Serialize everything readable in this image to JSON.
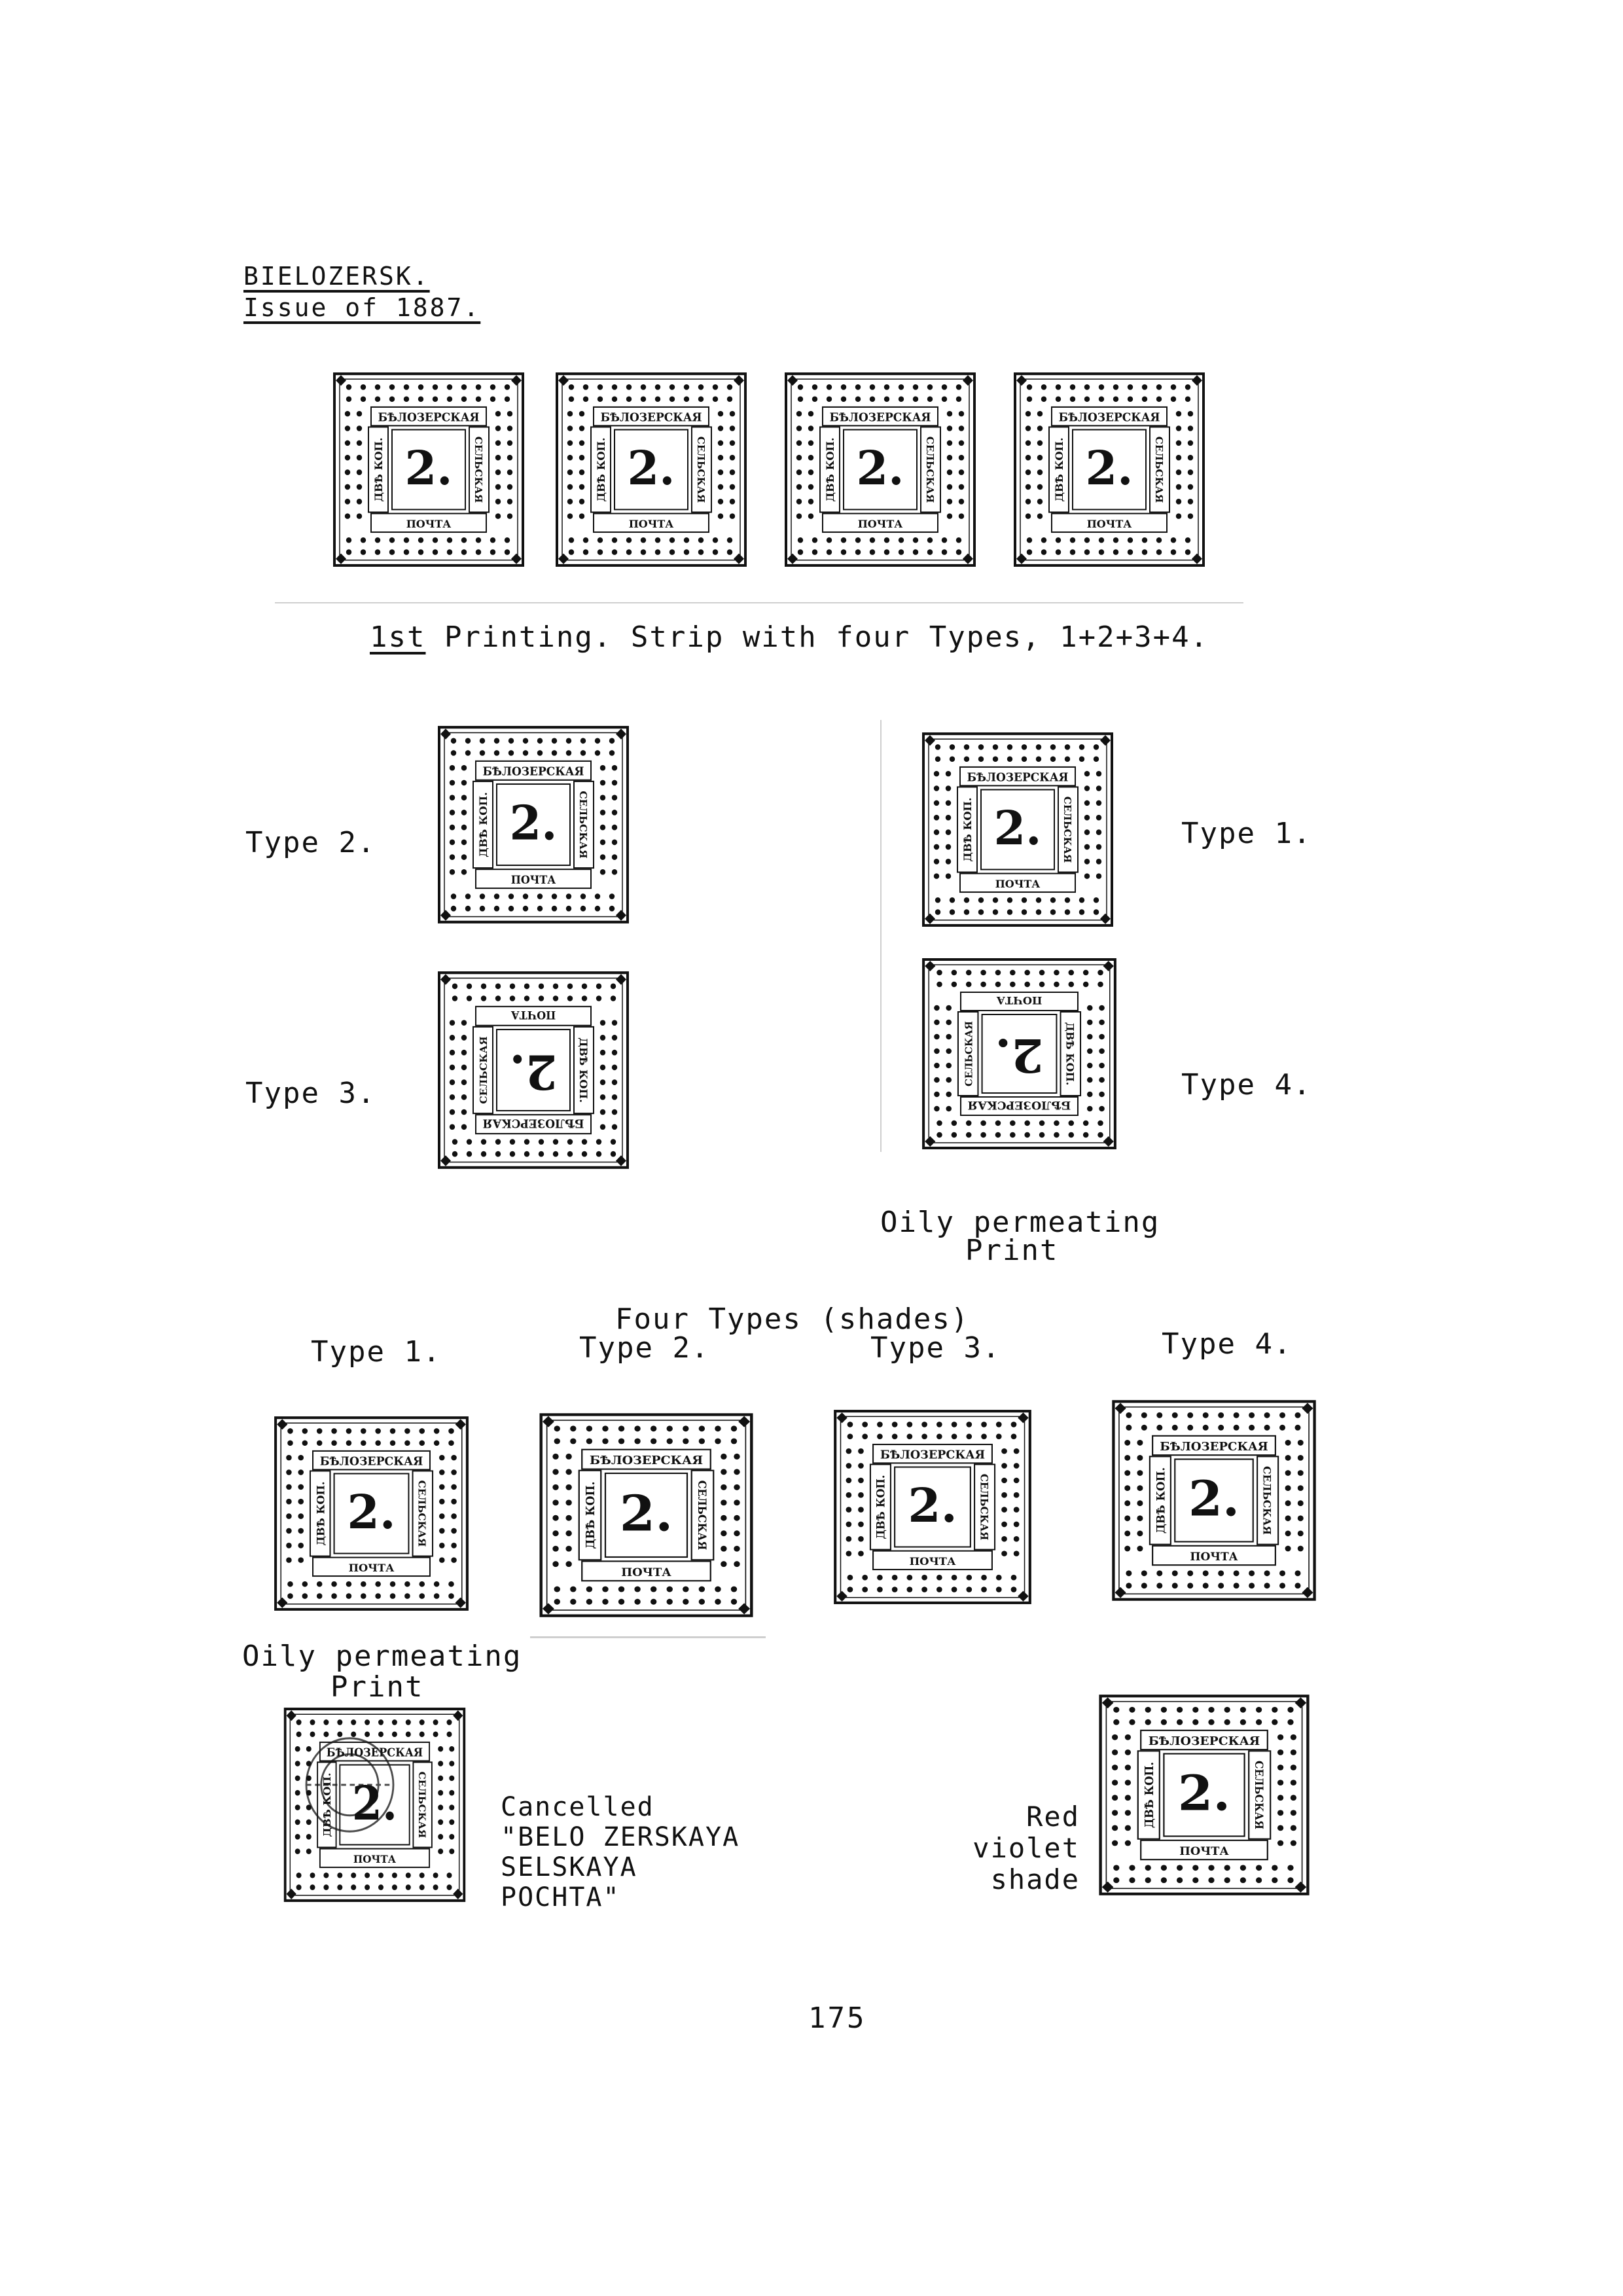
{
  "heading": {
    "title": "BIELOZERSK.",
    "subtitle": "Issue of 1887."
  },
  "strip_caption": "1st Printing. Strip with four Types, 1+2+3+4.",
  "labels": {
    "type2": "Type 2.",
    "type1": "Type 1.",
    "type3": "Type 3.",
    "type4": "Type 4.",
    "oily_a_line1": "Oily permeating",
    "oily_a_line2": "Print",
    "shades_heading": "Four Types (shades)",
    "row_type1": "Type 1.",
    "row_type2": "Type 2.",
    "row_type3": "Type 3.",
    "row_type4": "Type 4.",
    "oily_b_line1": "Oily permeating",
    "oily_b_line2": "Print",
    "cancelled": [
      "Cancelled",
      "\"BELO ZERSKAYA",
      "SELSKAYA",
      "POCHTA\""
    ],
    "red_violet": [
      "Red",
      "violet",
      "shade"
    ]
  },
  "stamp_text": {
    "top": "БѢЛОЗЕРСКАЯ",
    "left": "ДВѢ КОП.",
    "right": "СЕЛЬСКАЯ",
    "bottom": "ПОЧТА",
    "value": "2."
  },
  "page_number": "175",
  "colors": {
    "ink": "#111111",
    "paper": "#ffffff"
  }
}
